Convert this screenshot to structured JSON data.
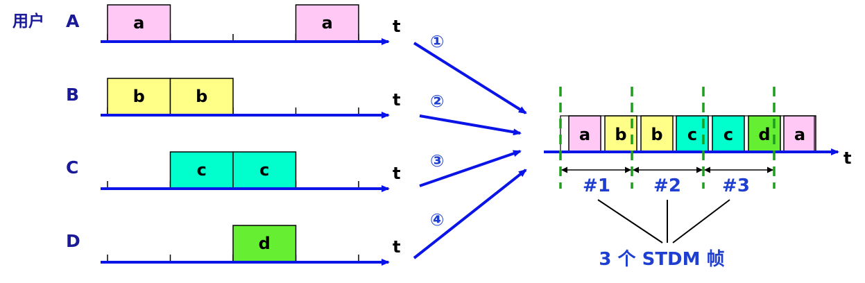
{
  "users": [
    {
      "prefix": "用户",
      "label": "A",
      "slots": [
        {
          "text": "a",
          "start": 0,
          "len": 1
        },
        {
          "text": "a",
          "start": 3,
          "len": 1
        }
      ],
      "color": "#ffc8f5"
    },
    {
      "label": "B",
      "slots": [
        {
          "text": "b",
          "start": 0,
          "len": 1
        },
        {
          "text": "b",
          "start": 1,
          "len": 1
        }
      ],
      "color": "#ffff88"
    },
    {
      "label": "C",
      "slots": [
        {
          "text": "c",
          "start": 1,
          "len": 1
        },
        {
          "text": "c",
          "start": 2,
          "len": 1
        }
      ],
      "color": "#00ffcc"
    },
    {
      "label": "D",
      "slots": [
        {
          "text": "d",
          "start": 2,
          "len": 1
        }
      ],
      "color": "#66ee33"
    }
  ],
  "time_label": "t",
  "arrows": [
    "①",
    "②",
    "③",
    "④"
  ],
  "stdm": {
    "slots": [
      {
        "text": "a",
        "color": "#ffc8f5"
      },
      {
        "text": "b",
        "color": "#ffff88"
      },
      {
        "text": "b",
        "color": "#ffff88"
      },
      {
        "text": "c",
        "color": "#00ffcc"
      },
      {
        "text": "c",
        "color": "#00ffcc"
      },
      {
        "text": "d",
        "color": "#66ee33"
      },
      {
        "text": "a",
        "color": "#ffc8f5"
      }
    ],
    "frames": [
      "#1",
      "#2",
      "#3"
    ],
    "caption": "3 个 STDM 帧"
  },
  "colors": {
    "axis": "#0a14e6",
    "frame_divider": "#1e9e1e",
    "label": "#1a1a99",
    "accent": "#1f3fd0"
  }
}
